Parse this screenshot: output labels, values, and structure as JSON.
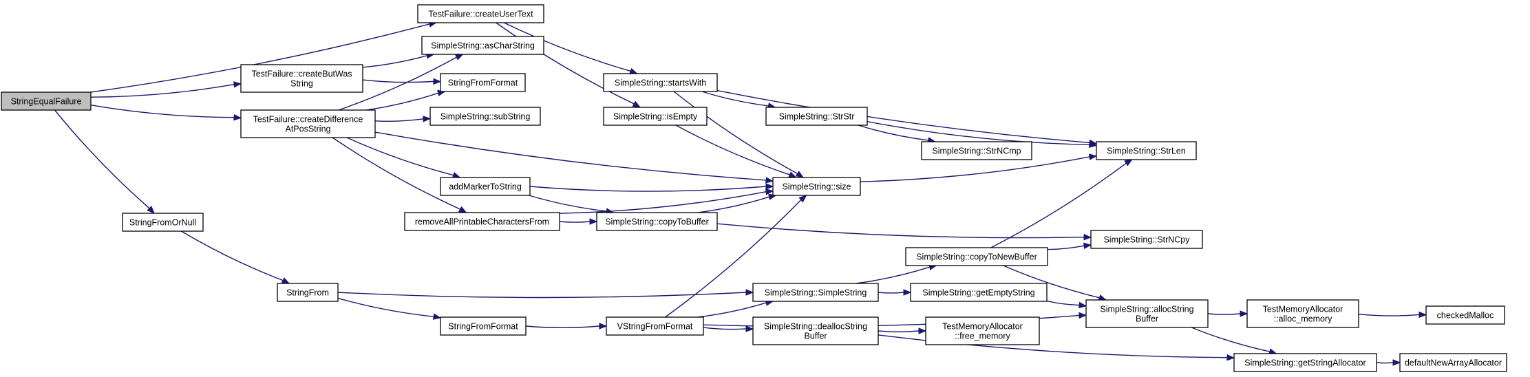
{
  "nodes": [
    {
      "id": "n1",
      "name": "string-equal-failure-node",
      "label": "StringEqualFailure",
      "root": true
    },
    {
      "id": "n2",
      "name": "create-user-text-node",
      "label": "TestFailure::createUserText"
    },
    {
      "id": "n3",
      "name": "create-but-was-string-node",
      "label": "TestFailure::createButWas\nString"
    },
    {
      "id": "n4",
      "name": "create-difference-at-pos-string-node",
      "label": "TestFailure::createDifference\nAtPosString"
    },
    {
      "id": "n5",
      "name": "string-from-or-null-node",
      "label": "StringFromOrNull"
    },
    {
      "id": "n6",
      "name": "as-char-string-node",
      "label": "SimpleString::asCharString"
    },
    {
      "id": "n7",
      "name": "string-from-format-node-top",
      "label": "StringFromFormat"
    },
    {
      "id": "n8",
      "name": "sub-string-node",
      "label": "SimpleString::subString"
    },
    {
      "id": "n9",
      "name": "add-marker-to-string-node",
      "label": "addMarkerToString"
    },
    {
      "id": "n10",
      "name": "remove-all-printable-characters-from-node",
      "label": "removeAllPrintableCharactersFrom"
    },
    {
      "id": "n11",
      "name": "string-from-node",
      "label": "StringFrom"
    },
    {
      "id": "n12",
      "name": "string-from-format-node-bottom",
      "label": "StringFromFormat"
    },
    {
      "id": "n13",
      "name": "starts-with-node",
      "label": "SimpleString::startsWith"
    },
    {
      "id": "n14",
      "name": "is-empty-node",
      "label": "SimpleString::isEmpty"
    },
    {
      "id": "n15",
      "name": "copy-to-buffer-node",
      "label": "SimpleString::copyToBuffer"
    },
    {
      "id": "n16",
      "name": "v-string-from-format-node",
      "label": "VStringFromFormat"
    },
    {
      "id": "n17",
      "name": "str-str-node",
      "label": "SimpleString::StrStr"
    },
    {
      "id": "n18",
      "name": "size-node",
      "label": "SimpleString::size"
    },
    {
      "id": "n19",
      "name": "simple-string-constructor-node",
      "label": "SimpleString::SimpleString"
    },
    {
      "id": "n20",
      "name": "dealloc-string-buffer-node",
      "label": "SimpleString::deallocString\nBuffer"
    },
    {
      "id": "n21",
      "name": "str-n-cmp-node",
      "label": "SimpleString::StrNCmp"
    },
    {
      "id": "n22",
      "name": "copy-to-new-buffer-node",
      "label": "SimpleString::copyToNewBuffer"
    },
    {
      "id": "n23",
      "name": "get-empty-string-node",
      "label": "SimpleString::getEmptyString"
    },
    {
      "id": "n24",
      "name": "free-memory-node",
      "label": "TestMemoryAllocator\n::free_memory"
    },
    {
      "id": "n25",
      "name": "str-len-node",
      "label": "SimpleString::StrLen"
    },
    {
      "id": "n26",
      "name": "str-n-cpy-node",
      "label": "SimpleString::StrNCpy"
    },
    {
      "id": "n27",
      "name": "alloc-string-buffer-node",
      "label": "SimpleString::allocString\nBuffer"
    },
    {
      "id": "n28",
      "name": "alloc-memory-node",
      "label": "TestMemoryAllocator\n::alloc_memory"
    },
    {
      "id": "n29",
      "name": "get-string-allocator-node",
      "label": "SimpleString::getStringAllocator"
    },
    {
      "id": "n30",
      "name": "checked-malloc-node",
      "label": "checkedMalloc"
    },
    {
      "id": "n31",
      "name": "default-new-array-allocator-node",
      "label": "defaultNewArrayAllocator"
    }
  ],
  "edges": [
    [
      "n1",
      "n2"
    ],
    [
      "n1",
      "n3"
    ],
    [
      "n1",
      "n4"
    ],
    [
      "n1",
      "n5"
    ],
    [
      "n2",
      "n13"
    ],
    [
      "n2",
      "n14"
    ],
    [
      "n3",
      "n6"
    ],
    [
      "n3",
      "n7"
    ],
    [
      "n4",
      "n6"
    ],
    [
      "n4",
      "n7"
    ],
    [
      "n4",
      "n8"
    ],
    [
      "n4",
      "n9"
    ],
    [
      "n4",
      "n10"
    ],
    [
      "n4",
      "n18"
    ],
    [
      "n5",
      "n11"
    ],
    [
      "n11",
      "n12"
    ],
    [
      "n11",
      "n19"
    ],
    [
      "n12",
      "n16"
    ],
    [
      "n9",
      "n18"
    ],
    [
      "n9",
      "n15"
    ],
    [
      "n10",
      "n15"
    ],
    [
      "n10",
      "n18"
    ],
    [
      "n13",
      "n17"
    ],
    [
      "n13",
      "n18"
    ],
    [
      "n13",
      "n25"
    ],
    [
      "n14",
      "n18"
    ],
    [
      "n15",
      "n18"
    ],
    [
      "n15",
      "n26"
    ],
    [
      "n16",
      "n18"
    ],
    [
      "n16",
      "n19"
    ],
    [
      "n16",
      "n20"
    ],
    [
      "n16",
      "n27"
    ],
    [
      "n17",
      "n21"
    ],
    [
      "n17",
      "n25"
    ],
    [
      "n18",
      "n25"
    ],
    [
      "n19",
      "n22"
    ],
    [
      "n19",
      "n23"
    ],
    [
      "n20",
      "n24"
    ],
    [
      "n20",
      "n29"
    ],
    [
      "n22",
      "n25"
    ],
    [
      "n22",
      "n26"
    ],
    [
      "n22",
      "n27"
    ],
    [
      "n23",
      "n27"
    ],
    [
      "n27",
      "n28"
    ],
    [
      "n27",
      "n29"
    ],
    [
      "n28",
      "n30"
    ],
    [
      "n29",
      "n31"
    ]
  ]
}
